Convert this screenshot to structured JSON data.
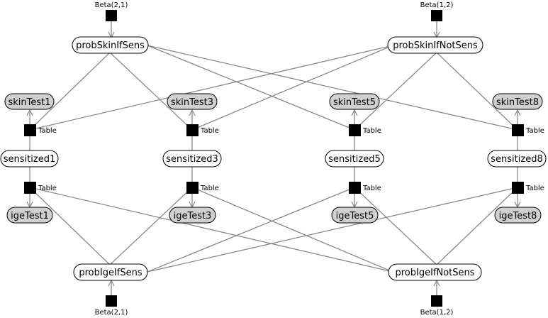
{
  "nodes": {
    "probSkinIfSens": "probSkinIfSens",
    "probSkinIfNotSens": "probSkinIfNotSens",
    "skinTest1": "skinTest1",
    "skinTest3": "skinTest3",
    "skinTest5": "skinTest5",
    "skinTest8": "skinTest8",
    "sensitized1": "sensitized1",
    "sensitized3": "sensitized3",
    "sensitized5": "sensitized5",
    "sensitized8": "sensitized8",
    "igeTest1": "igeTest1",
    "igeTest3": "igeTest3",
    "igeTest5": "igeTest5",
    "igeTest8": "igeTest8",
    "probIgeIfSens": "probIgeIfSens",
    "probIgeIfNotSens": "probIgeIfNotSens"
  },
  "factors": {
    "beta_top_left": "Beta(2,1)",
    "beta_top_right": "Beta(1,2)",
    "beta_bottom_left": "Beta(2,1)",
    "beta_bottom_right": "Beta(1,2)",
    "table": "Table"
  },
  "colors": {
    "observed_fill": "#d0d0d0",
    "latent_fill": "#ffffff",
    "edge": "#8a8a8a",
    "factor": "#000000"
  }
}
